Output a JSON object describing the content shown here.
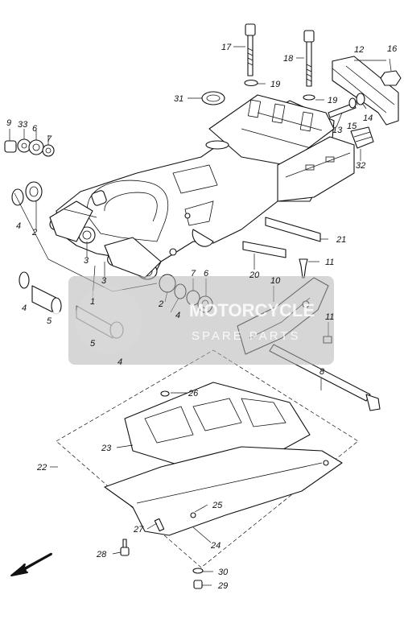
{
  "diagram": {
    "callouts": [
      {
        "id": "c1",
        "label": "1"
      },
      {
        "id": "c2a",
        "label": "2"
      },
      {
        "id": "c2b",
        "label": "2"
      },
      {
        "id": "c3a",
        "label": "3"
      },
      {
        "id": "c3b",
        "label": "3"
      },
      {
        "id": "c4a",
        "label": "4"
      },
      {
        "id": "c4b",
        "label": "4"
      },
      {
        "id": "c4c",
        "label": "4"
      },
      {
        "id": "c4d",
        "label": "4"
      },
      {
        "id": "c4e",
        "label": "4"
      },
      {
        "id": "c5a",
        "label": "5"
      },
      {
        "id": "c5b",
        "label": "5"
      },
      {
        "id": "c6a",
        "label": "6"
      },
      {
        "id": "c6b",
        "label": "6"
      },
      {
        "id": "c7a",
        "label": "7"
      },
      {
        "id": "c7b",
        "label": "7"
      },
      {
        "id": "c8",
        "label": "8"
      },
      {
        "id": "c9",
        "label": "9"
      },
      {
        "id": "c10",
        "label": "10"
      },
      {
        "id": "c11a",
        "label": "11"
      },
      {
        "id": "c11b",
        "label": "11"
      },
      {
        "id": "c12",
        "label": "12"
      },
      {
        "id": "c13",
        "label": "13"
      },
      {
        "id": "c14",
        "label": "14"
      },
      {
        "id": "c15",
        "label": "15"
      },
      {
        "id": "c16",
        "label": "16"
      },
      {
        "id": "c17",
        "label": "17"
      },
      {
        "id": "c18",
        "label": "18"
      },
      {
        "id": "c19a",
        "label": "19"
      },
      {
        "id": "c19b",
        "label": "19"
      },
      {
        "id": "c20",
        "label": "20"
      },
      {
        "id": "c21",
        "label": "21"
      },
      {
        "id": "c22",
        "label": "22"
      },
      {
        "id": "c23",
        "label": "23"
      },
      {
        "id": "c24",
        "label": "24"
      },
      {
        "id": "c25",
        "label": "25"
      },
      {
        "id": "c26",
        "label": "26"
      },
      {
        "id": "c27",
        "label": "27"
      },
      {
        "id": "c28",
        "label": "28"
      },
      {
        "id": "c29",
        "label": "29"
      },
      {
        "id": "c30",
        "label": "30"
      },
      {
        "id": "c31",
        "label": "31"
      },
      {
        "id": "c32",
        "label": "32"
      },
      {
        "id": "c33",
        "label": "33"
      }
    ]
  },
  "watermark": {
    "logo_text": "MSP",
    "brand": "MOTORCYCLE",
    "sub": "SPARE PARTS"
  },
  "colors": {
    "line": "#111111",
    "watermark": "#b5b5b5"
  }
}
